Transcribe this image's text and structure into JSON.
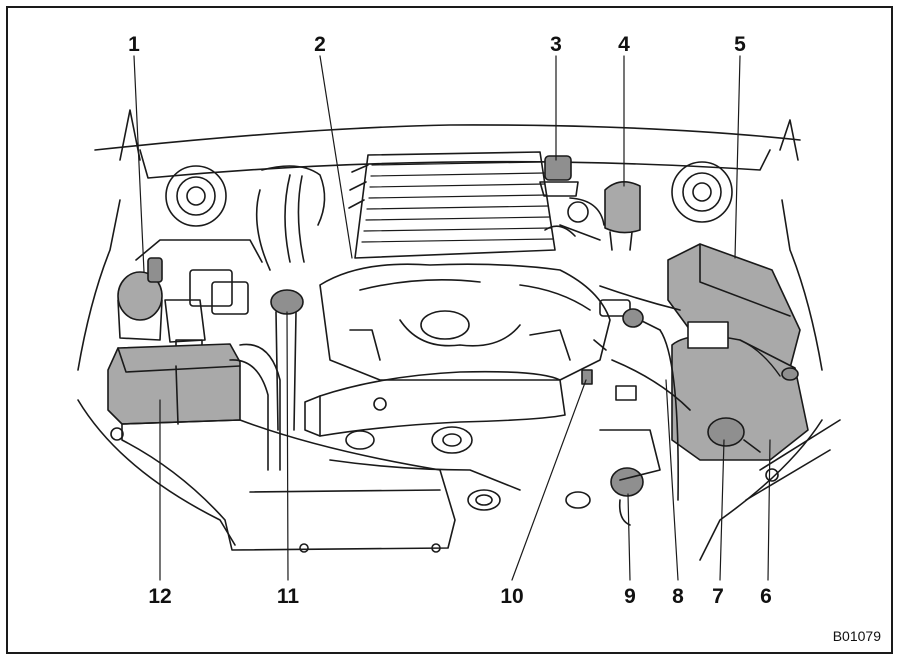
{
  "callouts": {
    "c1": "1",
    "c2": "2",
    "c3": "3",
    "c4": "4",
    "c5": "5",
    "c6": "6",
    "c7": "7",
    "c8": "8",
    "c9": "9",
    "c10": "10",
    "c11": "11",
    "c12": "12"
  },
  "figure_code": "B01079",
  "colors": {
    "line": "#1a1a1a",
    "shade": "#a9a9a9",
    "shade_dark": "#8f8f8f",
    "paper": "#ffffff"
  }
}
